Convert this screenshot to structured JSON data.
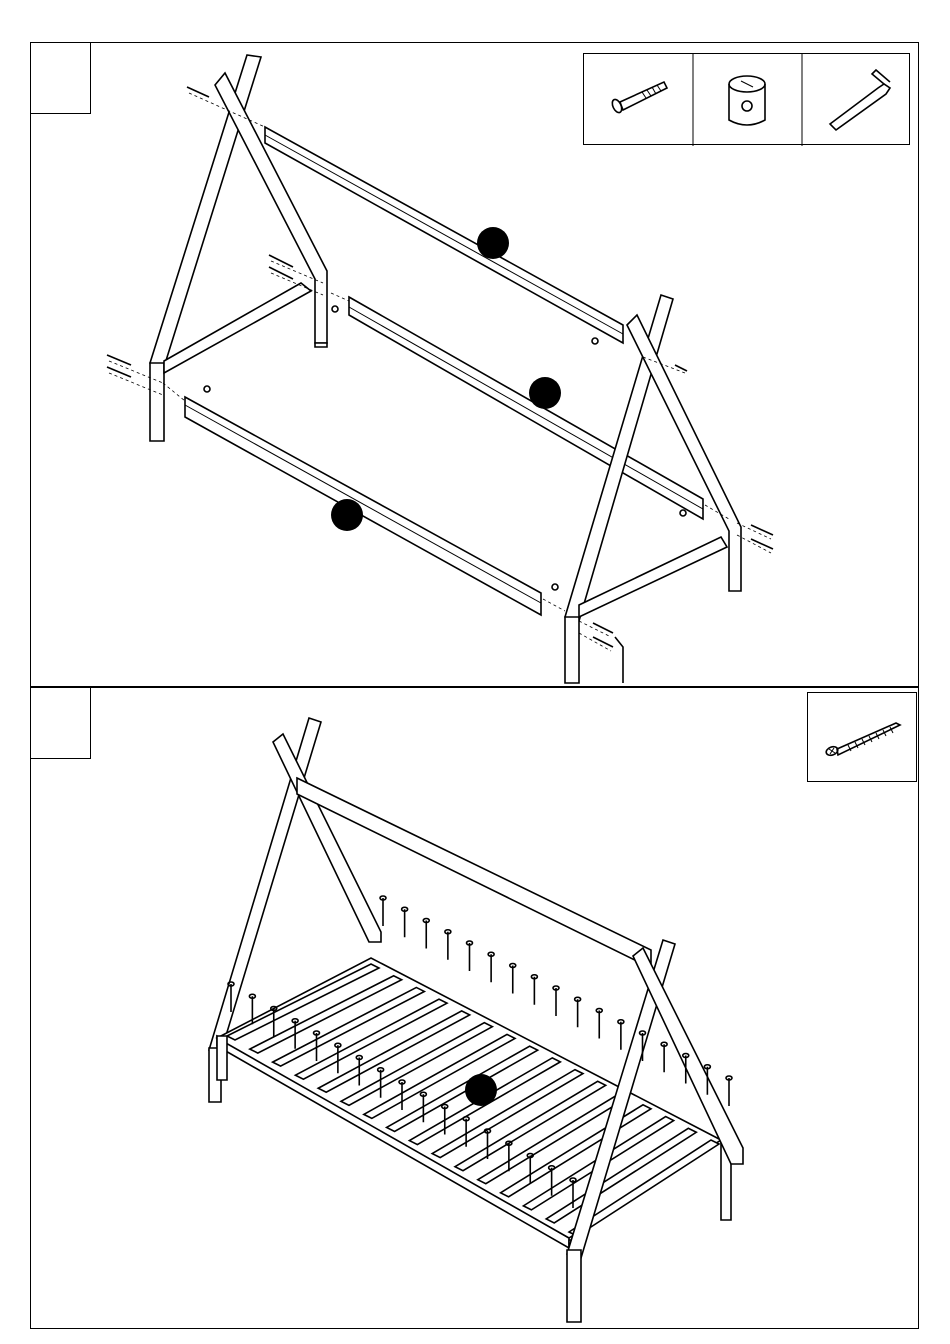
{
  "steps": [
    {
      "number": ""
    },
    {
      "number": ""
    }
  ],
  "parts_step1": [
    "bolt-icon",
    "barrel-nut-icon",
    "allen-key-icon"
  ],
  "parts_step2": [
    "wood-screw-icon"
  ],
  "callouts": [
    "part-callout",
    "part-callout",
    "part-callout",
    "part-callout"
  ]
}
